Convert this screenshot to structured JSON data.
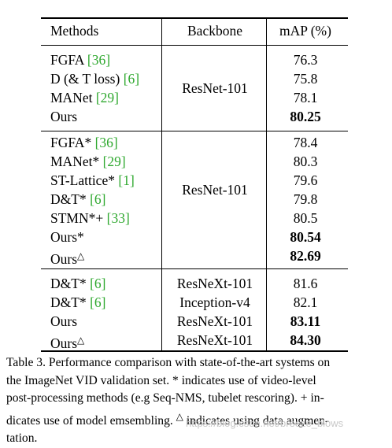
{
  "table": {
    "headers": {
      "methods": "Methods",
      "backbone": "Backbone",
      "map": "mAP (%)"
    },
    "groups": [
      {
        "backbone": "ResNet-101",
        "rows": [
          {
            "method": "FGFA",
            "ref": "36",
            "map": "76.3"
          },
          {
            "method": "D (& T loss)",
            "ref": "6",
            "map": "75.8"
          },
          {
            "method": "MANet",
            "ref": "29",
            "map": "78.1"
          },
          {
            "method": "Ours",
            "map": "80.25",
            "bold": true
          }
        ]
      },
      {
        "backbone": "ResNet-101",
        "rows": [
          {
            "method": "FGFA*",
            "ref": "36",
            "map": "78.4"
          },
          {
            "method": "MANet*",
            "ref": "29",
            "map": "80.3"
          },
          {
            "method": "ST-Lattice*",
            "ref": "1",
            "map": "79.6"
          },
          {
            "method": "D&T*",
            "ref": "6",
            "map": "79.8"
          },
          {
            "method": "STMN*+",
            "ref": "33",
            "map": "80.5"
          },
          {
            "method": "Ours*",
            "map": "80.54",
            "bold": true
          },
          {
            "method": "Ours",
            "sup": "△",
            "map": "82.69",
            "bold": true
          }
        ]
      },
      {
        "rows": [
          {
            "method": "D&T*",
            "ref": "6",
            "backbone": "ResNeXt-101",
            "map": "81.6"
          },
          {
            "method": "D&T*",
            "ref": "6",
            "backbone": "Inception-v4",
            "map": "82.1"
          },
          {
            "method": "Ours",
            "backbone": "ResNeXt-101",
            "map": "83.11",
            "bold": true
          },
          {
            "method": "Ours",
            "sup": "△",
            "backbone": "ResNeXt-101",
            "map": "84.30",
            "bold": true
          }
        ]
      }
    ]
  },
  "caption": {
    "line1": "Table 3. Performance comparison with state-of-the-art systems on",
    "line2": "the ImageNet VID validation set. * indicates use of video-level",
    "line3": "post-processing methods (e.g Seq-NMS, tubelet rescoring). + in-",
    "line4a": "dicates use of model emsembling.",
    "line4sup": "△",
    "line4b": "indicates using data augmen-",
    "line5": "tation."
  },
  "watermark": "https://blog.csdn.net/breeze_blows"
}
